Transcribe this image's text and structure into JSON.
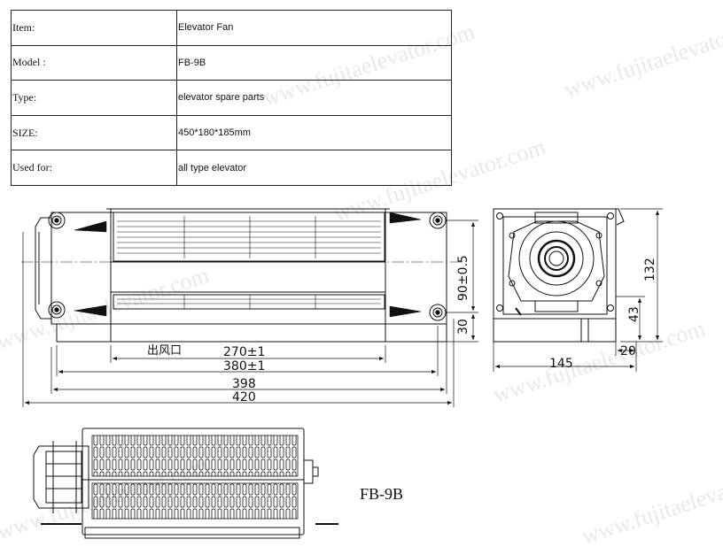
{
  "spec_table": {
    "rows": [
      {
        "key": "Item:",
        "value": "Elevator  Fan"
      },
      {
        "key": "Model :",
        "value": "FB-9B"
      },
      {
        "key": "Type:",
        "value": "elevator  spare parts"
      },
      {
        "key": "SIZE:",
        "value": "450*180*185mm"
      },
      {
        "key": "Used for:",
        "value": "all type elevator"
      }
    ]
  },
  "drawing": {
    "outlet_label": "出风口",
    "dimensions": {
      "d270": "270±1",
      "d380": "380±1",
      "d398": "398",
      "d420": "420",
      "d90": "90±0.5",
      "d30": "30",
      "d145": "145",
      "d20": "20",
      "d132": "132",
      "d43": "43"
    },
    "model_label": "FB-9B"
  },
  "watermark": {
    "text": "www.fujitaelevator.com"
  },
  "colors": {
    "line": "#111111",
    "watermark": "#e9e9e9"
  }
}
